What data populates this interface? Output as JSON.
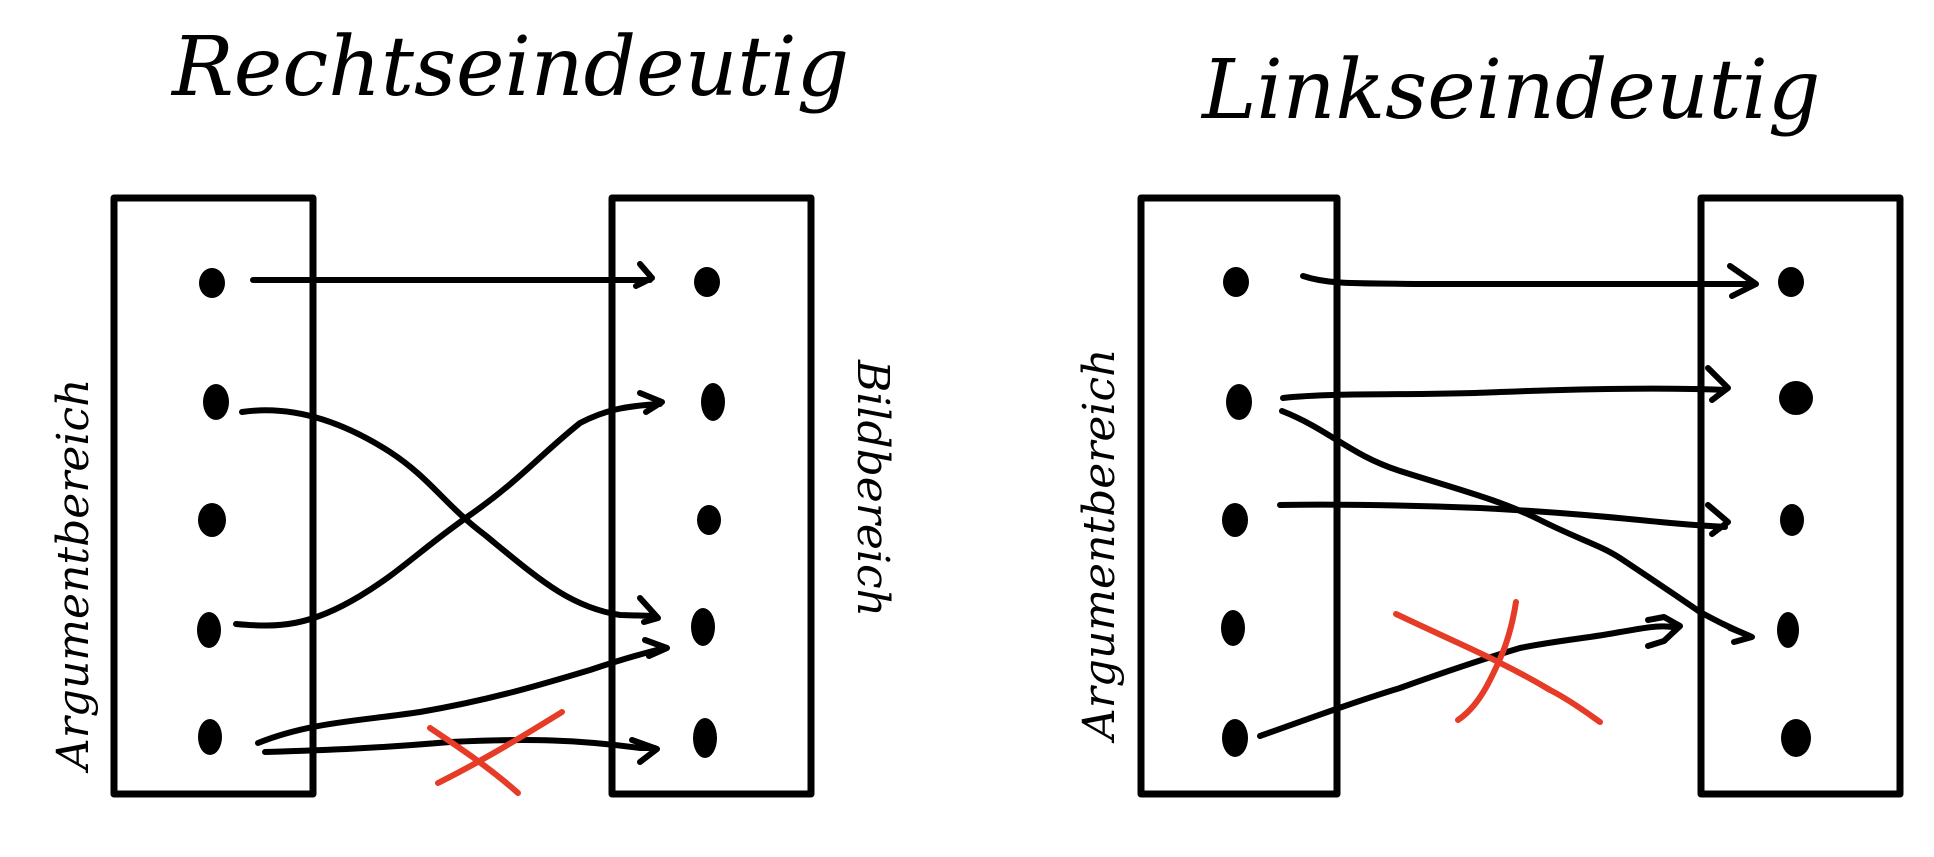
{
  "colors": {
    "ink": "#000000",
    "cross": "#e53b27",
    "background": "#ffffff"
  },
  "left_panel": {
    "title": "Rechtseindeutig",
    "domain_label": "Argumentbereich",
    "codomain_label": "Bildbereich",
    "domain_points": 5,
    "codomain_points": 5,
    "mappings": [
      {
        "from": 1,
        "to": 1,
        "valid": true
      },
      {
        "from": 2,
        "to": 4,
        "valid": true
      },
      {
        "from": 4,
        "to": 2,
        "valid": true
      },
      {
        "from": 5,
        "to": 4,
        "valid": true
      },
      {
        "from": 5,
        "to": 5,
        "valid": false
      }
    ]
  },
  "right_panel": {
    "title": "Linkseindeutig",
    "domain_label": "Argumentbereich",
    "domain_points": 5,
    "codomain_points": 5,
    "mappings": [
      {
        "from": 1,
        "to": 1,
        "valid": true
      },
      {
        "from": 2,
        "to": 2,
        "valid": true
      },
      {
        "from": 2,
        "to": 4,
        "valid": true
      },
      {
        "from": 3,
        "to": 3,
        "valid": true
      },
      {
        "from": 5,
        "to": 4,
        "valid": false
      }
    ]
  }
}
